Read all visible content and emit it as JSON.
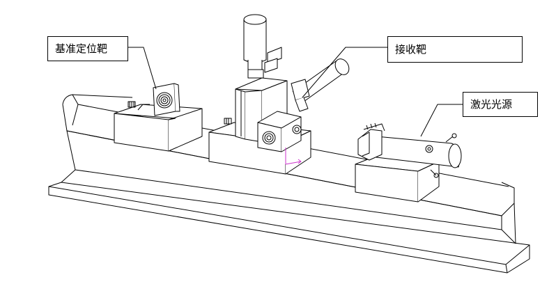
{
  "labels": {
    "reference_target": "基准定位靶",
    "receiving_target": "接收靶",
    "laser_source": "激光光源"
  },
  "colors": {
    "line": "#000000",
    "background": "#ffffff",
    "beam_marker": "#cc33cc"
  }
}
